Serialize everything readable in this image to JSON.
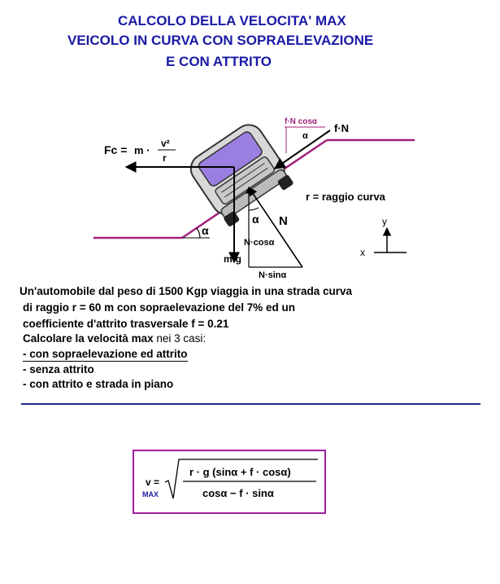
{
  "title": {
    "line1": "CALCOLO DELLA VELOCITA'  MAX",
    "line2": "VEICOLO IN CURVA  CON SOPRAELEVAZIONE",
    "line3": "E CON ATTRITO"
  },
  "diagram": {
    "fc_label": "Fc =",
    "fc_m": "m ·",
    "fc_num": "v²",
    "fc_den": "r",
    "weight_label": "m·g",
    "normal_label": "N",
    "n_cos_label": "N·cos",
    "n_sin_label": "N·sin",
    "friction_label": "f·N",
    "friction_cos_label": "f·N cos",
    "alpha": "α",
    "radius_label": "r = raggio curva",
    "axis_x": "x",
    "axis_y": "y"
  },
  "problem": {
    "line1": "Un'automobile dal peso di  1500 Kgp viaggia  in una strada  curva",
    "line2": "di raggio r = 60 m  con sopraelevazione del 7%  ed un",
    "line3": "coefficiente  d'attrito  trasversale f = 0.21",
    "line4_a": "Calcolare la velocità max ",
    "line4_b": "nei 3 casi:",
    "case1": "- con sopraelevazione ed attrito",
    "case2": "- senza attrito",
    "case3": "- con attrito e strada in piano"
  },
  "formula": {
    "v": "v =",
    "sub": "MAX",
    "numerator": "r · g (sinα + f · cosα)",
    "denominator": "cosα − f · sinα"
  },
  "colors": {
    "title": "#1a1aa6",
    "road": "#a0207a",
    "box_border": "#a020a0",
    "separator": "#1a2a8c"
  }
}
